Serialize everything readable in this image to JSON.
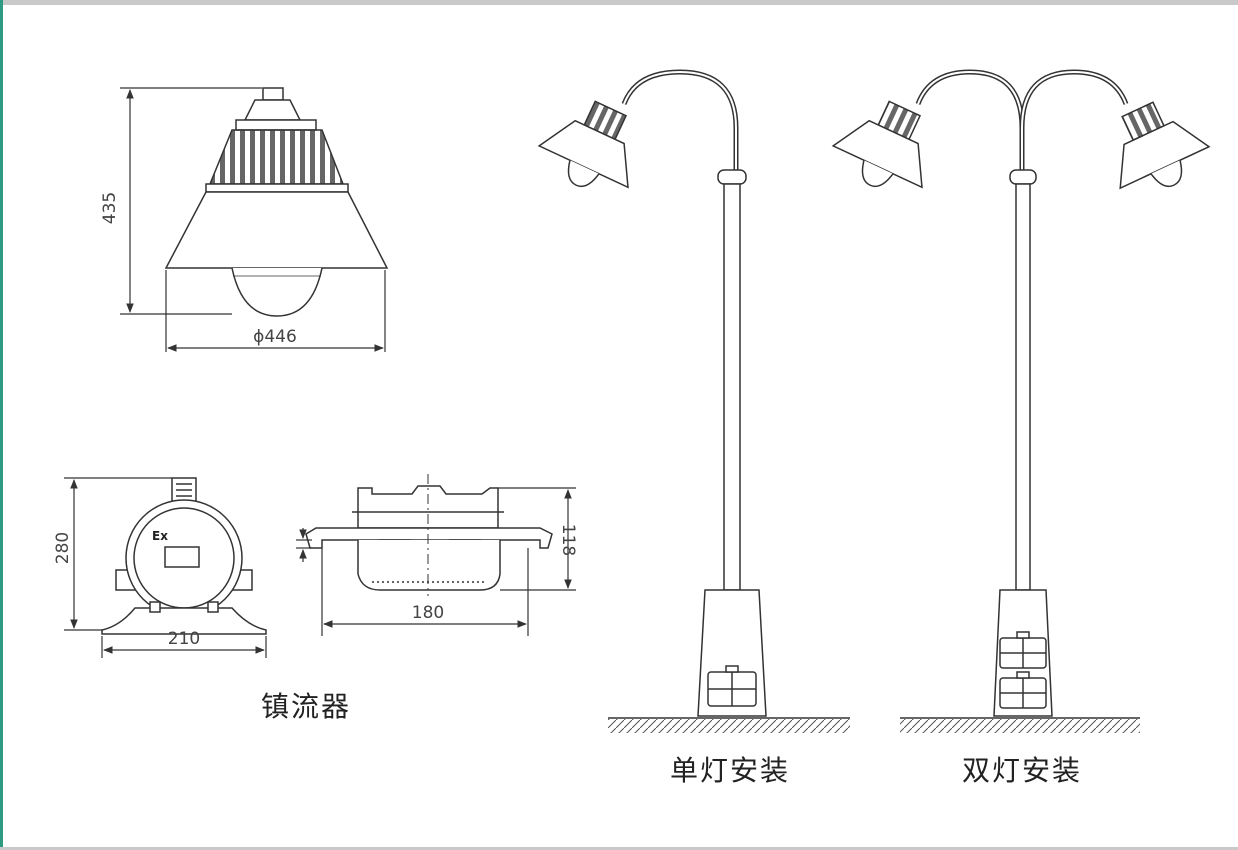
{
  "luminaire": {
    "height_dim": "435",
    "diameter_dim": "ϕ446"
  },
  "ballast": {
    "height_dim": "280",
    "width_dim": "210",
    "depth_dim": "180",
    "side_height_dim": "118",
    "ex_mark": "Ex",
    "caption": "镇流器"
  },
  "single_pole": {
    "caption": "单灯安装"
  },
  "double_pole": {
    "caption": "双灯安装"
  },
  "colors": {
    "line": "#333333",
    "accent_border": "#2f9a82"
  }
}
